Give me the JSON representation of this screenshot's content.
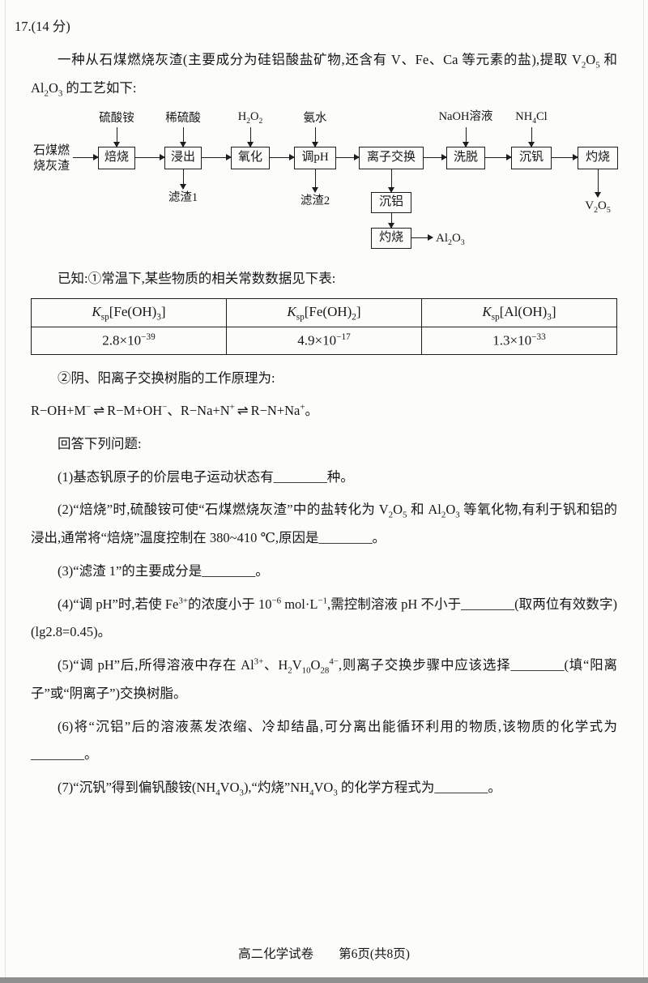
{
  "doc": {
    "footer": "高二化学试卷　　第6页(共8页)"
  },
  "q17": {
    "heading": "17.(14 分)",
    "intro_html": "一种从石煤燃烧灰渣(主要成分为硅铝酸盐矿物,还含有 V、Fe、Ca 等元素的盐),提取 V<sub>2</sub>O<sub>5</sub> 和 Al<sub>2</sub>O<sub>3</sub> 的工艺如下:",
    "known_intro": "已知:①常温下,某些物质的相关常数数据见下表:",
    "resin_intro": "②阴、阳离子交换树脂的工作原理为:",
    "resin_principle_html": "R−OH+M<sup>−</sup><span class=\"eq\">⇌</span>R−M+OH<sup>−</sup>、R−Na+N<sup>+</sup><span class=\"eq\">⇌</span>R−N+Na<sup>+</sup>。",
    "answer_prompt": "回答下列问题:",
    "subquestions": [
      "(1)基态钒原子的价层电子运动状态有________种。",
      "(2)“焙烧”时,硫酸铵可使“石煤燃烧灰渣”中的盐转化为 V<sub>2</sub>O<sub>5</sub> 和 Al<sub>2</sub>O<sub>3</sub> 等氧化物,有利于钒和铝的浸出,通常将“焙烧”温度控制在 380~410 ℃,原因是________。",
      "(3)“滤渣 1”的主要成分是________。",
      "(4)“调 pH”时,若使 Fe<sup>3+</sup>的浓度小于 10<sup>−6</sup> mol·L<sup>−1</sup>,需控制溶液 pH 不小于________(取两位有效数字)(lg2.8=0.45)。",
      "(5)“调 pH”后,所得溶液中存在 Al<sup>3+</sup>、H<sub>2</sub>V<sub>10</sub>O<sub>28</sub><sup>4−</sup>,则离子交换步骤中应该选择________(填“阳离子”或“阴离子”)交换树脂。",
      "(6)将“沉铝”后的溶液蒸发浓缩、冷却结晶,可分离出能循环利用的物质,该物质的化学式为________。",
      "(7)“沉钒”得到偏钒酸铵(NH<sub>4</sub>VO<sub>3</sub>),“灼烧”NH<sub>4</sub>VO<sub>3</sub> 的化学方程式为________。"
    ]
  },
  "flowchart": {
    "feed": "石煤燃烧灰渣",
    "stages": [
      "焙烧",
      "浸出",
      "氧化",
      "调pH",
      "离子交换",
      "洗脱",
      "沉钒",
      "灼烧"
    ],
    "branch_stages": [
      "沉铝",
      "灼烧"
    ],
    "inputs": [
      "硫酸铵",
      "稀硫酸",
      "H<sub>2</sub>O<sub>2</sub>",
      "氨水",
      "NaOH溶液",
      "NH<sub>4</sub>Cl"
    ],
    "outputs": {
      "filter_residue_1": "滤渣1",
      "filter_residue_2": "滤渣2",
      "v2o5": "V<sub>2</sub>O<sub>5</sub>",
      "al2o3": "Al<sub>2</sub>O<sub>3</sub>"
    }
  },
  "ksp_table": {
    "headers_html": [
      "<i>K</i><sub>sp</sub>[Fe(OH)<sub>3</sub>]",
      "<i>K</i><sub>sp</sub>[Fe(OH)<sub>2</sub>]",
      "<i>K</i><sub>sp</sub>[Al(OH)<sub>3</sub>]"
    ],
    "values_html": [
      "2.8×10<sup>−39</sup>",
      "4.9×10<sup>−17</sup>",
      "1.3×10<sup>−33</sup>"
    ]
  }
}
